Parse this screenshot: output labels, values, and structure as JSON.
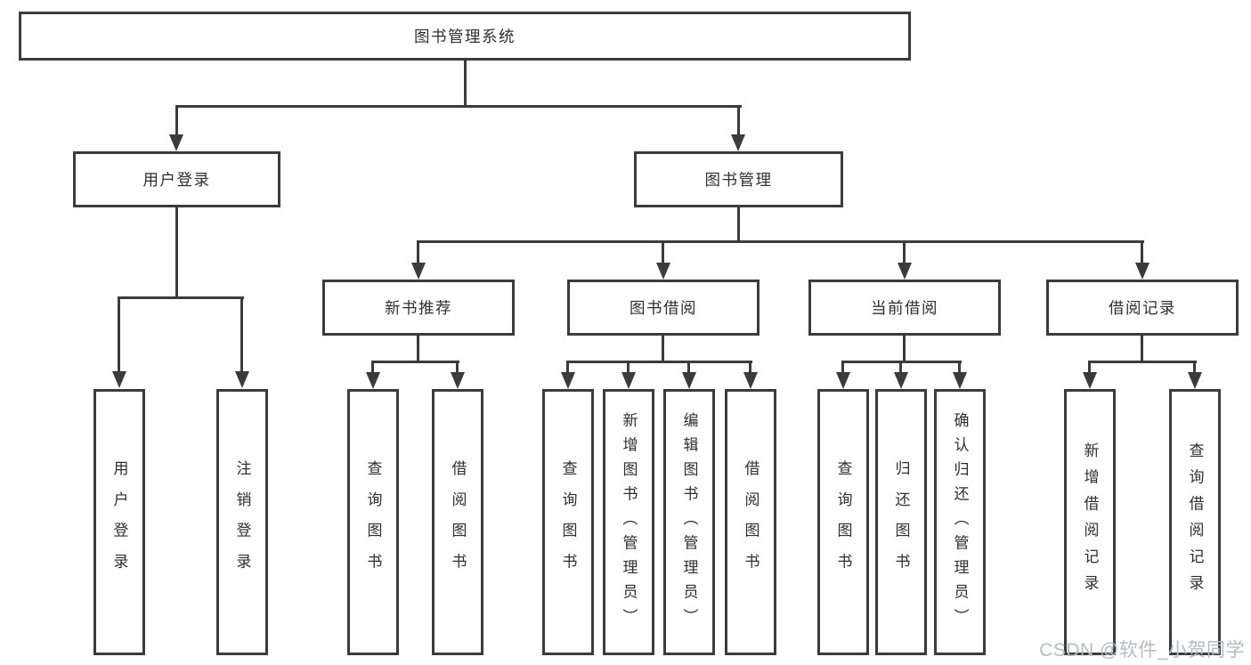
{
  "diagram": {
    "root": "图书管理系统",
    "level2": {
      "user": "用户登录",
      "manage": "图书管理"
    },
    "level3": {
      "recommend": "新书推荐",
      "borrow": "图书借阅",
      "current": "当前借阅",
      "records": "借阅记录"
    },
    "leaves": {
      "user": [
        "用户登录",
        "注销登录"
      ],
      "recommend": [
        "查询图书",
        "借阅图书"
      ],
      "borrow": [
        "查询图书",
        "新增图书（管理员）",
        "编辑图书（管理员）",
        "借阅图书"
      ],
      "current": [
        "查询图书",
        "归还图书",
        "确认归还（管理员）"
      ],
      "records": [
        "新增借阅记录",
        "查询借阅记录"
      ]
    }
  },
  "watermark": "CSDN @软件_小贺同学",
  "colors": {
    "line": "#3b3b3b",
    "text": "#2f2f2f",
    "watermark": "#b5bbc0",
    "background": "#ffffff"
  }
}
